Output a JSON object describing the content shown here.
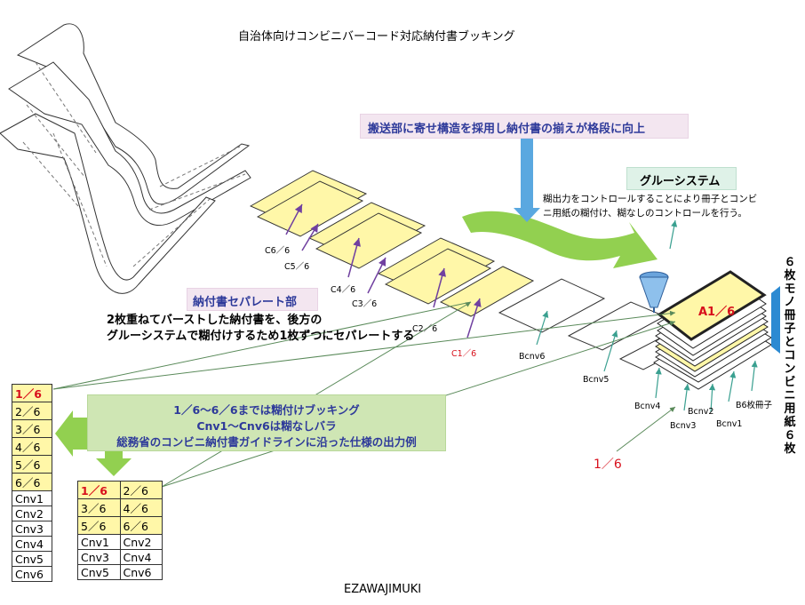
{
  "title": "自治体向けコンビニバーコード対応納付書ブッキング",
  "banner": "搬送部に寄せ構造を採用し納付書の揃えが格段に向上",
  "glue_system": {
    "label": "グルーシステム",
    "desc_line1": "糊出力をコントロールすることにより冊子とコンビ",
    "desc_line2": "ニ用紙の糊付け、糊なしのコントロールを行う。"
  },
  "separate": {
    "label": "納付書セパレート部",
    "desc_line1": "2枚重ねてバーストした納付書を、後方の",
    "desc_line2": "グルーシステムで糊付けするため1枚ずつにセパレートする"
  },
  "green_box": {
    "line1": "1／6〜6／6までは糊付けブッキング",
    "line2": "Cnv1〜Cnv6は糊なしバラ",
    "line3": "総務省のコンビニ納付書ガイドラインに沿った仕様の出力例"
  },
  "sheet_labels": {
    "c6": "C6／6",
    "c5": "C5／6",
    "c4": "C4／6",
    "c3": "C3／6",
    "c2": "C2／6",
    "c1": "C1／6",
    "bcnv6": "Bcnv6",
    "bcnv5": "Bcnv5",
    "bcnv4": "Bcnv4",
    "bcnv3": "Bcnv3",
    "bcnv2": "Bcnv2",
    "bcnv1": "Bcnv1",
    "b6": "B6枚冊子",
    "a1": "A1／6",
    "one_sixth": "1／6"
  },
  "vertical_label": "６枚モノ冊子とコンビニ用紙６枚",
  "list1": [
    {
      "text": "1／6",
      "kind": "y",
      "red": true
    },
    {
      "text": "2／6",
      "kind": "y",
      "red": false
    },
    {
      "text": "3／6",
      "kind": "y",
      "red": false
    },
    {
      "text": "4／6",
      "kind": "y",
      "red": false
    },
    {
      "text": "5／6",
      "kind": "y",
      "red": false
    },
    {
      "text": "6／6",
      "kind": "y",
      "red": false
    },
    {
      "text": "Cnv1",
      "kind": "w",
      "red": false
    },
    {
      "text": "Cnv2",
      "kind": "w",
      "red": false
    },
    {
      "text": "Cnv3",
      "kind": "w",
      "red": false
    },
    {
      "text": "Cnv4",
      "kind": "w",
      "red": false
    },
    {
      "text": "Cnv5",
      "kind": "w",
      "red": false
    },
    {
      "text": "Cnv6",
      "kind": "w",
      "red": false
    }
  ],
  "list2": [
    [
      {
        "text": "1／6",
        "kind": "y",
        "red": true
      },
      {
        "text": "2／6",
        "kind": "y",
        "red": false
      }
    ],
    [
      {
        "text": "3／6",
        "kind": "y",
        "red": false
      },
      {
        "text": "4／6",
        "kind": "y",
        "red": false
      }
    ],
    [
      {
        "text": "5／6",
        "kind": "y",
        "red": false
      },
      {
        "text": "6／6",
        "kind": "y",
        "red": false
      }
    ],
    [
      {
        "text": "Cnv1",
        "kind": "w",
        "red": false
      },
      {
        "text": "Cnv2",
        "kind": "w",
        "red": false
      }
    ],
    [
      {
        "text": "Cnv3",
        "kind": "w",
        "red": false
      },
      {
        "text": "Cnv4",
        "kind": "w",
        "red": false
      }
    ],
    [
      {
        "text": "Cnv5",
        "kind": "w",
        "red": false
      },
      {
        "text": "Cnv6",
        "kind": "w",
        "red": false
      }
    ]
  ],
  "footer": "EZAWAJIMUKI",
  "colors": {
    "yellow_sheet": "#fff7a8",
    "green_arrow": "#92d050",
    "blue_arrow": "#5aa8e0",
    "purple_arrow": "#7040a0",
    "teal_arrow": "#3aa090",
    "red_text": "#d8101c",
    "banner_text": "#2e3a9a"
  }
}
